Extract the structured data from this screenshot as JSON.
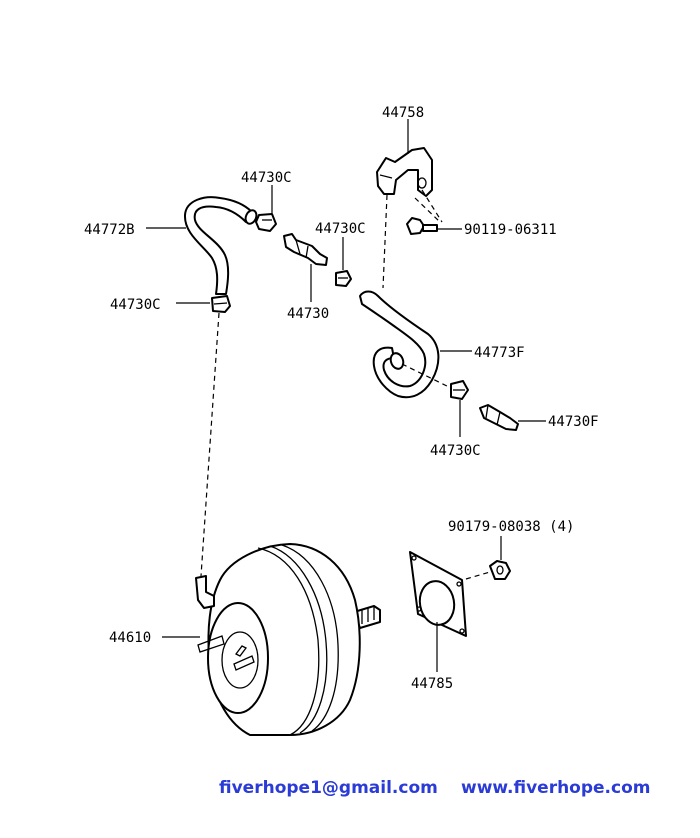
{
  "labels": {
    "bracket": "44758",
    "clamp_a": "44730C",
    "bolt": "90119-06311",
    "hose_b": "44772B",
    "clamp_b": "44730C",
    "valve": "44730",
    "clamp_c": "44730C",
    "hose_f": "44773F",
    "clamp_d": "44730C",
    "fitting": "44730F",
    "nut": "90179-08038 (4)",
    "booster": "44610",
    "gasket": "44785"
  },
  "footer": {
    "email": "fiverhope1@gmail.com",
    "website": "www.fiverhope.com"
  },
  "colors": {
    "line": "#000000",
    "footer_text": "#2b3bd6"
  }
}
